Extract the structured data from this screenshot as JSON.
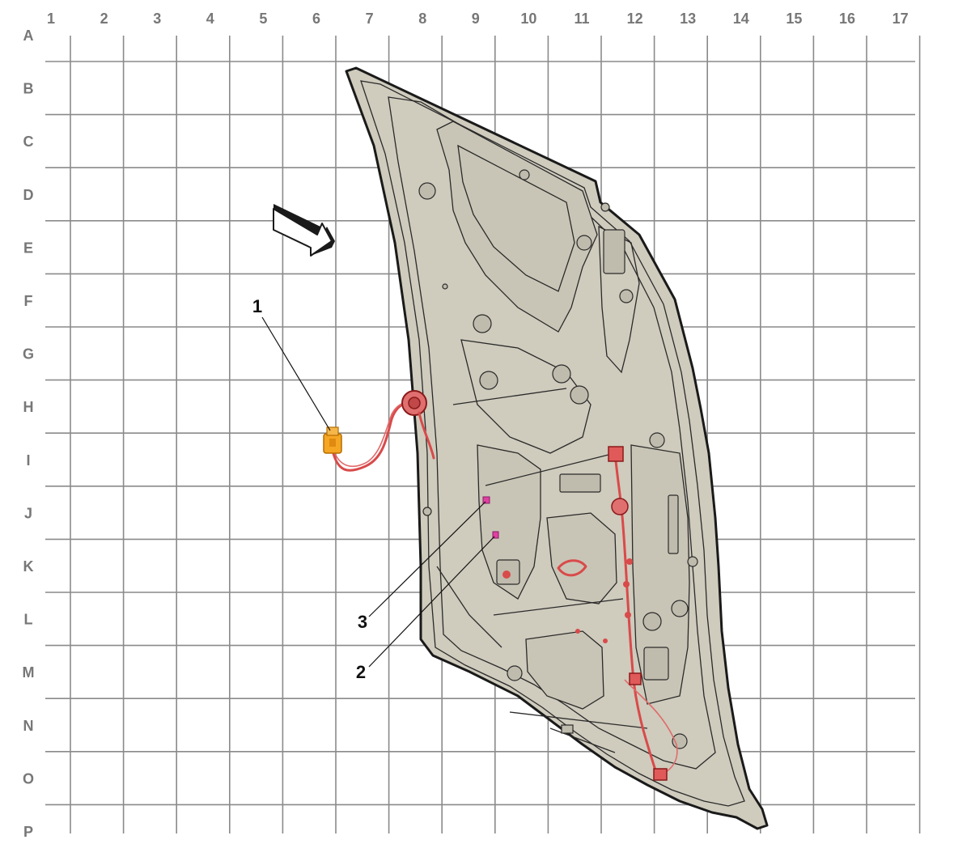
{
  "grid": {
    "columns": [
      "1",
      "2",
      "3",
      "4",
      "5",
      "6",
      "7",
      "8",
      "9",
      "10",
      "11",
      "12",
      "13",
      "14",
      "15",
      "16",
      "17"
    ],
    "rows": [
      "A",
      "B",
      "C",
      "D",
      "E",
      "F",
      "G",
      "H",
      "I",
      "J",
      "K",
      "L",
      "M",
      "N",
      "O",
      "P"
    ]
  },
  "callouts": [
    {
      "id": "1",
      "label": "1"
    },
    {
      "id": "2",
      "label": "2"
    },
    {
      "id": "3",
      "label": "3"
    }
  ],
  "colors": {
    "grid": "#8a8a8a",
    "labels": "#777777",
    "door_fill": "#cfcbbd",
    "harness": "#d94a4a",
    "connector_1": "#f5a623",
    "connector_2_3": "#e040a0"
  },
  "icons": {
    "orientation": "direction-arrow-icon"
  }
}
